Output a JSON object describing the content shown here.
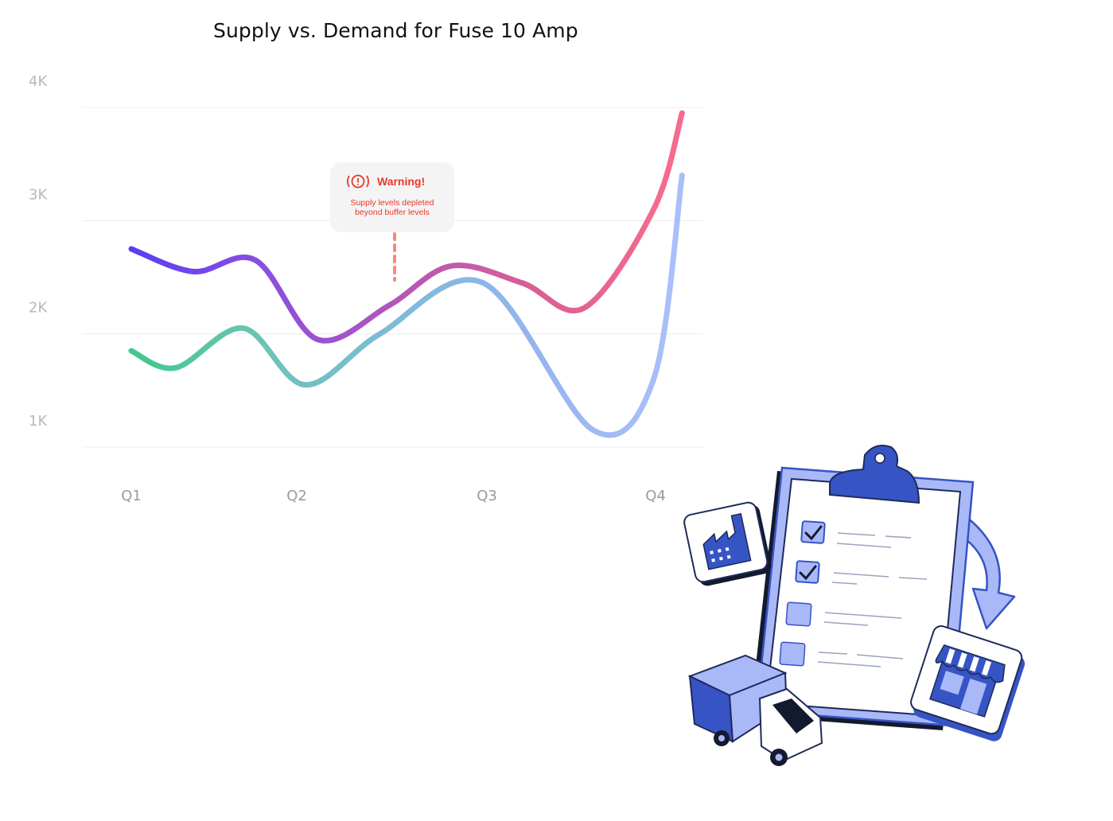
{
  "chart_data": {
    "type": "line",
    "title": "Supply vs. Demand for Fuse 10 Amp",
    "xlabel": "",
    "ylabel": "",
    "categories": [
      "Q1",
      "Q2",
      "Q3",
      "Q4"
    ],
    "y_ticks": [
      "1K",
      "2K",
      "3K",
      "4K"
    ],
    "ylim": [
      1000,
      4000
    ],
    "grid": true,
    "series": [
      {
        "colors": [
          "#5b3df5",
          "#8a4ee0",
          "#b457b8",
          "#d95e95",
          "#f56b8c"
        ],
        "x": [
          0.0,
          0.35,
          0.7,
          1.05,
          1.45,
          1.8,
          2.2,
          2.55,
          2.94,
          3.1
        ],
        "y": [
          2750,
          2550,
          2650,
          1950,
          2250,
          2600,
          2450,
          2230,
          3100,
          3950
        ]
      },
      {
        "colors": [
          "#3fc98a",
          "#6cc3b7",
          "#7dbbd8",
          "#95b4ee",
          "#a9bffb"
        ],
        "x": [
          0.0,
          0.25,
          0.63,
          0.98,
          1.4,
          1.98,
          2.6,
          2.94,
          3.1
        ],
        "y": [
          1850,
          1700,
          2050,
          1550,
          2000,
          2450,
          1150,
          1600,
          3400
        ]
      }
    ],
    "annotation": {
      "title": "Warning!",
      "text_line1": "Supply levels depleted",
      "text_line2": "beyond buffer levels",
      "icon": "alert-circle-icon",
      "color": "#e8392b",
      "marker_color": "#f58a7e"
    }
  },
  "illustration": {
    "name": "supply-chain-checklist-illustration",
    "icons": [
      "clipboard-icon",
      "checkbox-checked-icon",
      "checkbox-empty-icon",
      "factory-icon",
      "store-icon",
      "delivery-truck-icon",
      "curved-arrow-icon"
    ],
    "colors": {
      "primary": "#3654c4",
      "light": "#a9b8f7",
      "outline": "#1e2a5a"
    }
  }
}
